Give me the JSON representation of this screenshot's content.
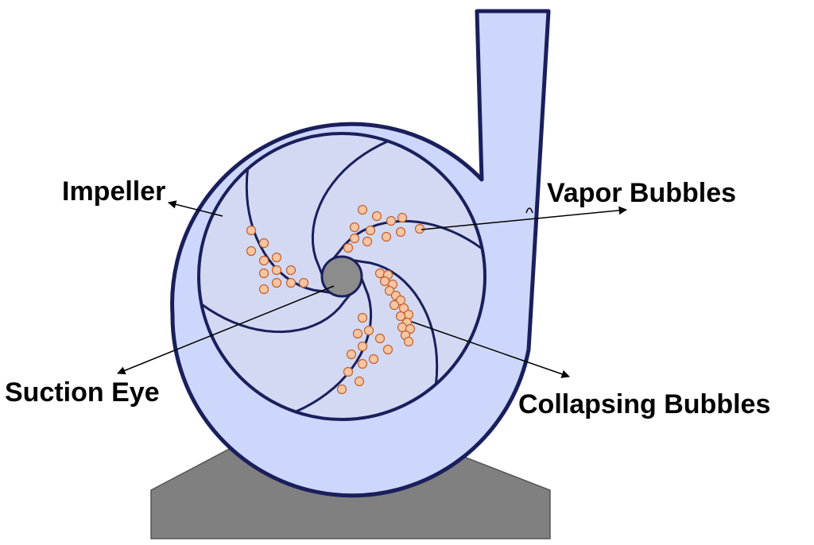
{
  "labels": {
    "impeller": "Impeller",
    "vapor_bubbles": "Vapor Bubbles",
    "suction_eye": "Suction Eye",
    "collapsing_bubbles": "Collapsing Bubbles"
  },
  "colors": {
    "volute_fill": "#cdd7fb",
    "impeller_fill": "#d3d9f3",
    "outline": "#1a1f5c",
    "hub": "#8c8c8c",
    "base": "#808080",
    "bubble_fill": "#f8c5a2",
    "bubble_stroke": "#c0602e"
  }
}
